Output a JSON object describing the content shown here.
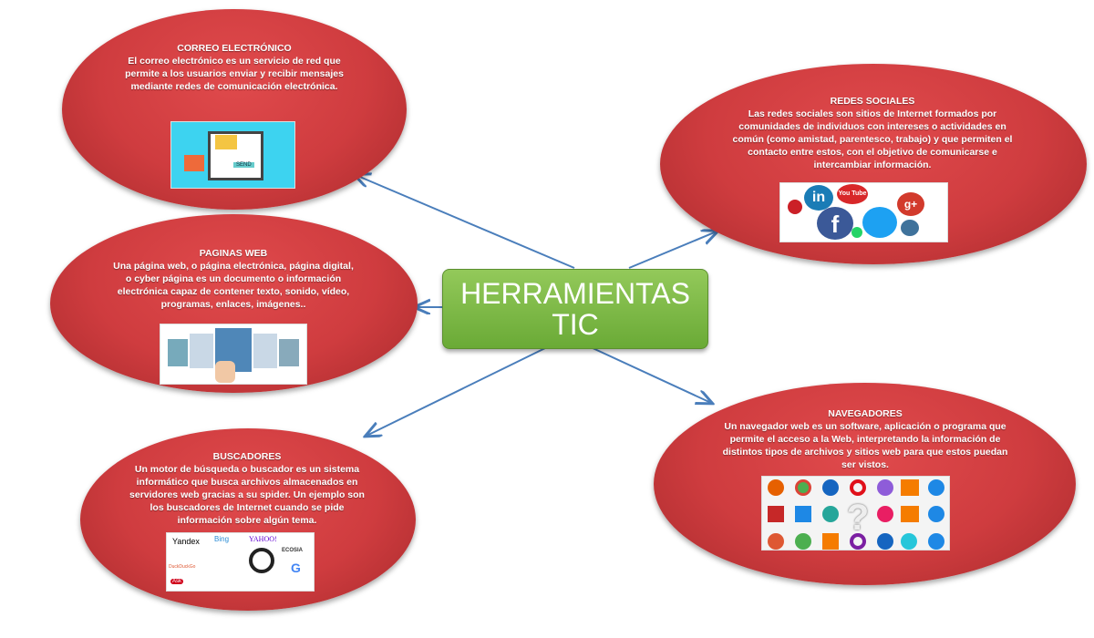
{
  "center": {
    "title": "HERRAMIENTAS\nTIC"
  },
  "nodes": {
    "correo": {
      "title": "CORREO ELECTRÓNICO",
      "body": "El correo electrónico  es un servicio de red que permite a los usuarios enviar y recibir mensajes mediante redes de comunicación electrónica.",
      "image_label": "SEND"
    },
    "redes": {
      "title": "REDES SOCIALES",
      "body": "Las redes sociales son sitios de Internet formados por comunidades de individuos con intereses o actividades en común (como amistad, parentesco, trabajo) y que permiten el contacto entre estos, con el objetivo de comunicarse e intercambiar información.",
      "image_labels": [
        "in",
        "You Tube",
        "f",
        "g+"
      ]
    },
    "paginas": {
      "title": "PAGINAS WEB",
      "body": "Una página web, o página electrónica, página digital, o cyber página es un documento o información electrónica capaz de contener texto, sonido, vídeo, programas, enlaces, imágenes.."
    },
    "buscadores": {
      "title": "BUSCADORES",
      "body": "Un motor de búsqueda o buscador es un sistema informático que busca archivos almacenados en servidores web gracias a su spider. Un ejemplo son los buscadores de Internet cuando se pide información sobre algún tema.",
      "image_labels": [
        "Yandex",
        "Bing",
        "YAHOO!",
        "ECOSIA",
        "DuckDuckGo",
        "Ask",
        "G"
      ]
    },
    "navegadores": {
      "title": "NAVEGADORES",
      "body": "Un navegador web es un software, aplicación o programa que permite el acceso a la Web, interpretando la información de distintos tipos de archivos y sitios web para que estos puedan ser vistos.",
      "image_label": "?"
    }
  },
  "colors": {
    "node": "#cf3c3f",
    "center": "#7ab743",
    "arrow": "#4a7ebb"
  }
}
